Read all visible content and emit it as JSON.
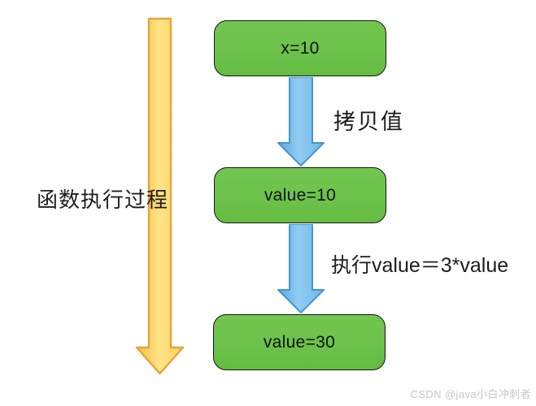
{
  "flow": {
    "process_label": "函数执行过程",
    "nodes": [
      {
        "label": "x=10"
      },
      {
        "label": "value=10"
      },
      {
        "label": "value=30"
      }
    ],
    "edges": [
      {
        "label": "拷贝值"
      },
      {
        "label": "执行value＝3*value"
      }
    ]
  },
  "watermark": {
    "text": "CSDN @java小白冲刺者",
    "color": "#c7c7c7"
  },
  "colors": {
    "node_fill": "#6cc24b",
    "node_border": "#141414",
    "blue_edge_dark": "#5fa8de",
    "blue_edge_light": "#90ccf3",
    "blue_edge_mid": "#6fb6e7",
    "blue_border": "#4395d2",
    "yellow_edge_dark": "#f6c043",
    "yellow_edge_light": "#ffe386",
    "yellow_edge_mid": "#fdd35b",
    "yellow_border": "#e8a23c"
  }
}
